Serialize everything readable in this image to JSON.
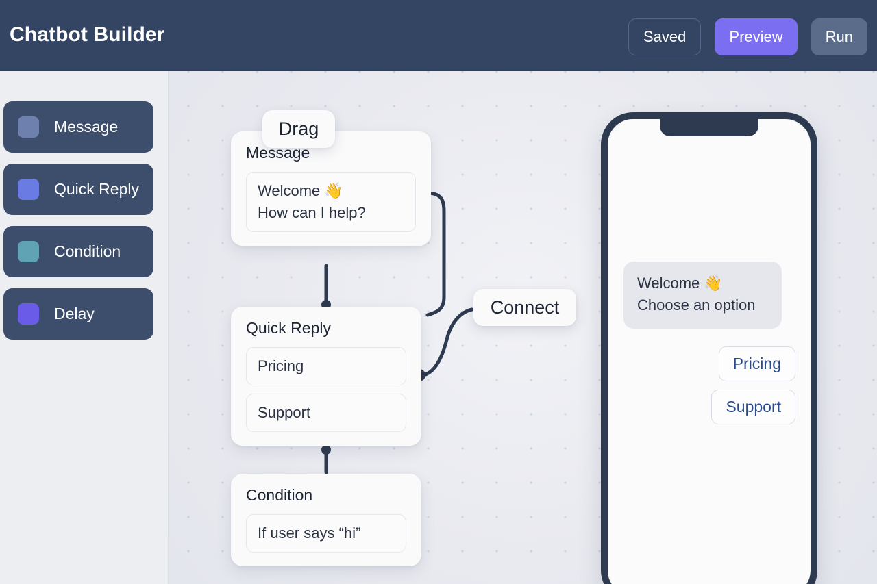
{
  "header": {
    "title": "Chatbot Builder",
    "buttons": [
      {
        "label": "Saved",
        "style": "ghost"
      },
      {
        "label": "Preview",
        "style": "primary"
      },
      {
        "label": "Run",
        "style": "secondary"
      }
    ],
    "colors": {
      "bg": "#344563",
      "primary": "#7c6ef0",
      "secondary": "#5b6b8a"
    }
  },
  "sidebar": {
    "items": [
      {
        "label": "Message",
        "color": "#6d80ae"
      },
      {
        "label": "Quick Reply",
        "color": "#6a7ce4"
      },
      {
        "label": "Condition",
        "color": "#5fa3b5"
      },
      {
        "label": "Delay",
        "color": "#6a5ce8"
      }
    ]
  },
  "canvas": {
    "badges": [
      {
        "id": "drag",
        "label": "Drag"
      },
      {
        "id": "connect",
        "label": "Connect"
      }
    ],
    "nodes": [
      {
        "id": "message",
        "title": "Message",
        "fields": [
          {
            "lines": [
              "Welcome 👋",
              "How can I help?"
            ]
          }
        ]
      },
      {
        "id": "quick_reply",
        "title": "Quick Reply",
        "fields": [
          {
            "lines": [
              "Pricing"
            ]
          },
          {
            "lines": [
              "Support"
            ]
          }
        ]
      },
      {
        "id": "condition",
        "title": "Condition",
        "fields": [
          {
            "lines": [
              "If user says “hi”"
            ]
          }
        ]
      }
    ]
  },
  "preview": {
    "bubble": {
      "lines": [
        "Welcome 👋",
        "Choose an option"
      ]
    },
    "quick_replies": [
      "Pricing",
      "Support"
    ]
  }
}
